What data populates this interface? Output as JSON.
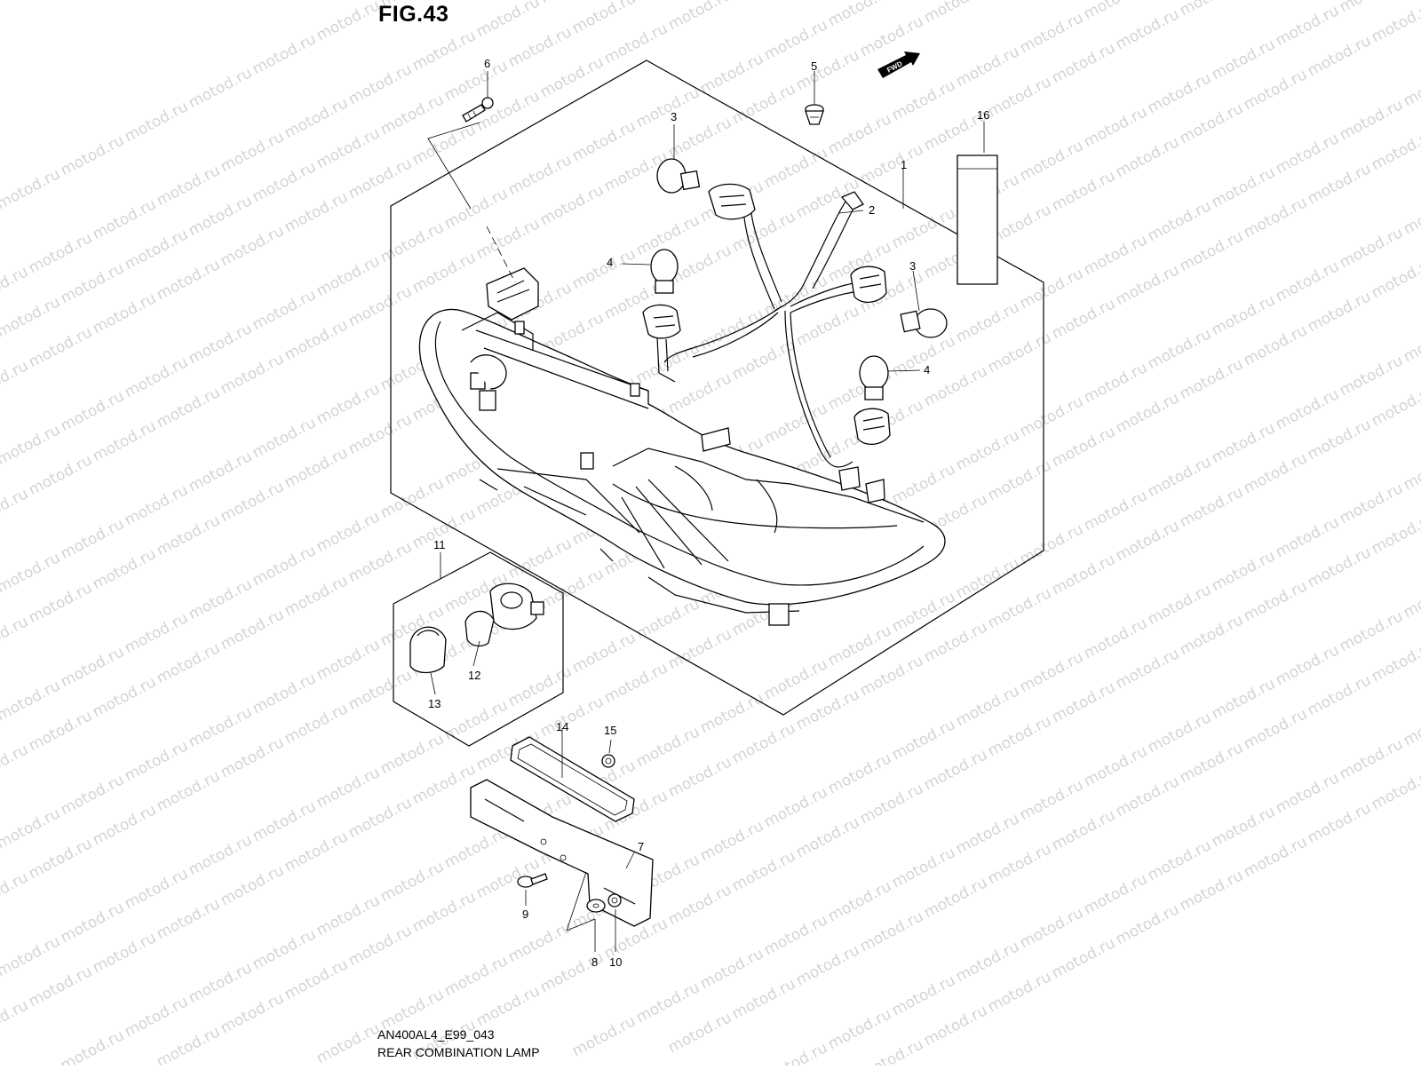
{
  "figure": {
    "title": "FIG.43",
    "model_code": "AN400AL4_E99_043",
    "name": "REAR COMBINATION LAMP",
    "watermark": "motod.ru",
    "direction_badge": "FWD"
  },
  "callouts": [
    "1",
    "2",
    "3",
    "3",
    "4",
    "4",
    "5",
    "6",
    "7",
    "8",
    "9",
    "10",
    "11",
    "12",
    "13",
    "14",
    "15",
    "16"
  ]
}
